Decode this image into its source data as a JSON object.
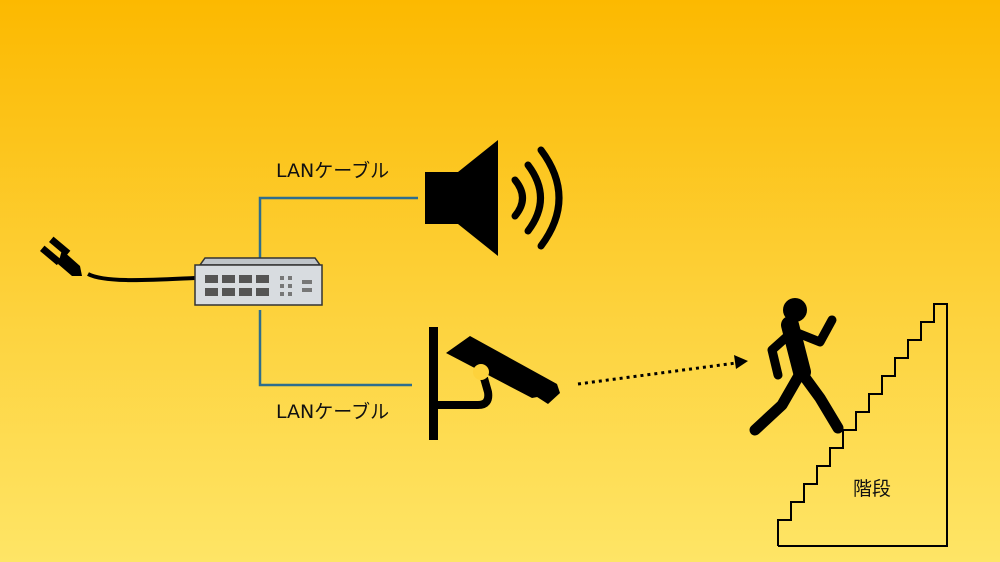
{
  "labels": {
    "lan_cable_top": "LANケーブル",
    "lan_cable_bottom": "LANケーブル",
    "stairs": "階段"
  },
  "colors": {
    "background_top": "#FCB900",
    "background_bottom": "#FEE566",
    "cable": "#2E6E8E",
    "icon": "#000000",
    "switch_body": "#D8DCE0"
  },
  "icons": [
    "power-plug-icon",
    "network-switch-icon",
    "speaker-icon",
    "security-camera-icon",
    "running-person-icon",
    "staircase-icon"
  ]
}
